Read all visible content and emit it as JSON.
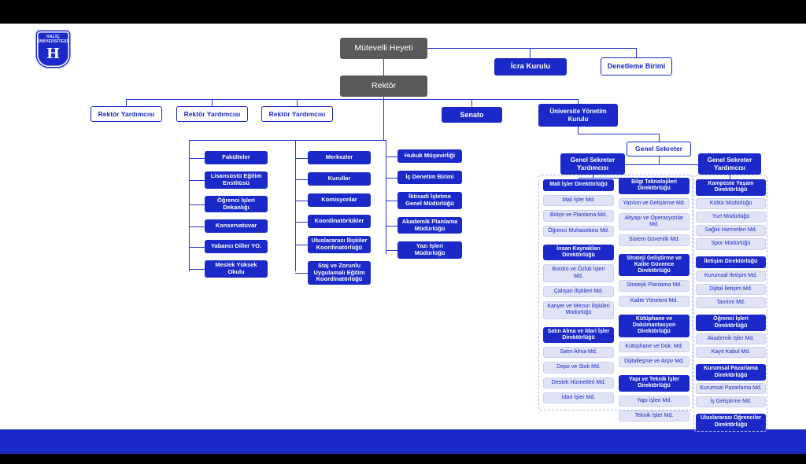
{
  "page": {
    "accent_blue": "#1a29c8",
    "light_box_fill": "#dfe3f5",
    "gray_box_fill": "#595959",
    "footer_bar_color": "#1a29c8",
    "letterbox_color": "#000000"
  },
  "logo": {
    "institution_top": "HALİÇ",
    "institution_bottom": "ÜNİVERSİTESİ",
    "monogram": "H"
  },
  "nodes": {
    "mutevelli_heyeti": "Mütevelli Heyeti",
    "rektor": "Rektör",
    "icra_kurulu": "İcra Kurulu",
    "denetleme_birimi": "Denetleme Birimi",
    "rektor_yardimcisi": "Rektör Yardımcısı",
    "senato": "Senato",
    "universite_yonetim_kurulu": "Üniversite Yönetim Kurulu",
    "genel_sekreter": "Genel Sekreter",
    "genel_sekreter_yardimcisi": "Genel Sekreter Yardımcısı"
  },
  "academic_columns": [
    {
      "items": [
        "Fakülteler",
        "Lisansüstü Eğitim Enstitüsü",
        "Öğrenci İşleri Dekanlığı",
        "Konservatuvar",
        "Yabancı Diller YO.",
        "Meslek Yüksek Okulu"
      ]
    },
    {
      "items": [
        "Merkezler",
        "Kurullar",
        "Komisyonlar",
        "Koordinatörlükler",
        "Uluslararası İlişkiler Koordinatörlüğü",
        "Staj ve Zorunlu Uygulamalı Eğitim Koordinatörlüğü"
      ]
    },
    {
      "items": [
        "Hukuk Müşavirliği",
        "İç Denetim Birimi",
        "İktisadi İşletme Genel Müdürlüğü",
        "Akademik Planlama Müdürlüğü",
        "Yazı İşleri Müdürlüğü"
      ]
    }
  ],
  "admin_columns": [
    {
      "items": [
        "Mali İşler Direktörlüğü",
        "Mali İşler Md.",
        "Bütçe ve Planlama Md.",
        "Öğrenci Muhasebesi Md.",
        "İnsan Kaynakları Direktörlüğü",
        "Bordro ve Özlük İşleri Md.",
        "Çalışan İlişkileri Md.",
        "Kariyer ve Mezun İlişkileri Müdürlüğü",
        "Satın Alma ve İdari İşler Direktörlüğü",
        "Satın Alma Md.",
        "Depo ve Stok Md.",
        "Destek Hizmetleri Md.",
        "İdari İşler Md."
      ]
    },
    {
      "items": [
        "Bilgi Teknolojileri Direktörlüğü",
        "Yazılım ve Geliştirme Md.",
        "Altyapı ve Operasyonlar Md.",
        "Sistem Güvenlik Md.",
        "Strateji Geliştirme ve Kalite Güvence Direktörlüğü",
        "Stratejik Planlama Md.",
        "Kalite Yönetimi Md.",
        "Kütüphane ve Dokümantasyon Direktörlüğü",
        "Kütüphane ve Dok. Md.",
        "Dijitalleşme ve Arşiv Md.",
        "Yapı ve Teknik İşler Direktörlüğü",
        "Yapı İşleri Md.",
        "Teknik İşler Md."
      ]
    },
    {
      "items": [
        "Kampüste Yaşam Direktörlüğü",
        "Kültür Müdürlüğü",
        "Yurt Müdürlüğü",
        "Sağlık Hizmetleri Md.",
        "Spor Müdürlüğü",
        "İletişim Direktörlüğü",
        "Kurumsal İletişim Md.",
        "Dijital İletişim Md.",
        "Tanıtım Md.",
        "Öğrenci İşleri Direktörlüğü",
        "Akademik İşler Md.",
        "Kayıt Kabul Md.",
        "Kurumsal Pazarlama Direktörlüğü",
        "Kurumsal Pazarlama Md.",
        "İş Geliştirme Md.",
        "Uluslararası Öğrenciler Direktörlüğü"
      ]
    }
  ]
}
